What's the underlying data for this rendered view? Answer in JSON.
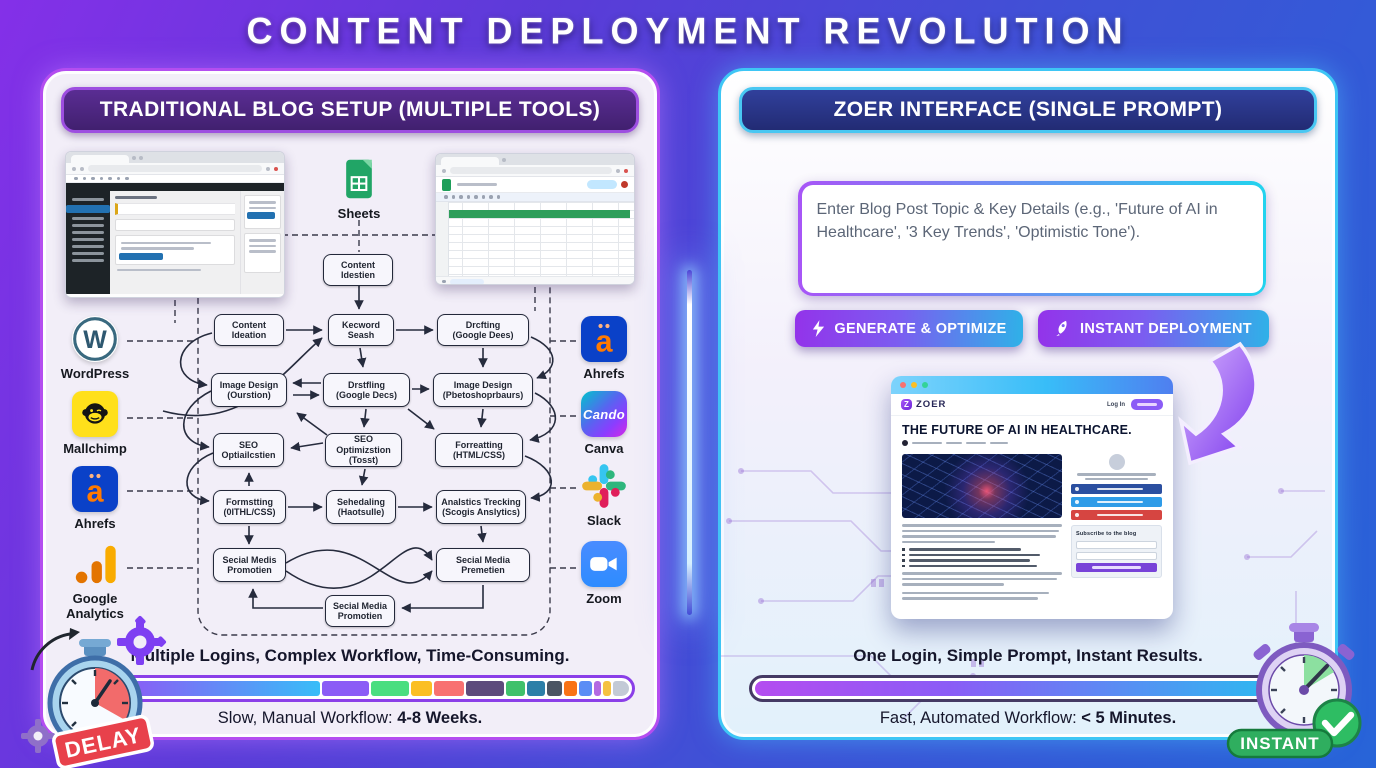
{
  "title": "CONTENT DEPLOYMENT REVOLUTION",
  "left_panel": {
    "header": "TRADITIONAL BLOG SETUP (MULTIPLE TOOLS)",
    "sheets_label": "Sheets",
    "top_node": "Content\nIdestien",
    "tools_left": [
      {
        "name": "WordPress"
      },
      {
        "name": "Mallchimp"
      },
      {
        "name": "Ahrefs"
      },
      {
        "name": "Google Analytics"
      }
    ],
    "tools_right": [
      {
        "name": "Ahrefs"
      },
      {
        "name": "Canva",
        "logo_text": "Cando"
      },
      {
        "name": "Slack"
      },
      {
        "name": "Zoom"
      }
    ],
    "flow_nodes": [
      "Content\nIdeation",
      "Kecword\nSeash",
      "Drcfting\n(Google Dees)",
      "Image Design\n(Ourstion)",
      "Drstfling\n(Google Decs)",
      "Image Design\n(Pbetoshoprbaurs)",
      "SEO\nOptiailcstien",
      "SEO Optimizstion\n(Tosst)",
      "Forreatting\n(HTML/CSS)",
      "Formstting\n(0ITHL/CSS)",
      "Sehedaling\n(Haotsulle)",
      "Analstics Trecking\n(Scogis Anslytics)",
      "Secial Medis\nPromotien",
      "Secial Media\nPremetien",
      "Secial Media\nPromotien"
    ],
    "summary": "Multiple Logins, Complex Workflow, Time-Consuming.",
    "timeline_label": "Slow, Manual Workflow:",
    "timeline_value": "4-8 Weeks.",
    "delay_badge": "DELAY",
    "bar_segments": [
      {
        "color": "linear-gradient(90deg,#8b5cf6,#38bdf8)",
        "w": 178
      },
      {
        "color": "#8b5cf6",
        "w": 43
      },
      {
        "color": "#4ade80",
        "w": 35
      },
      {
        "color": "#fbbf24",
        "w": 20
      },
      {
        "color": "#f87171",
        "w": 27
      },
      {
        "color": "#5d4b7c",
        "w": 35
      },
      {
        "color": "#3fc16b",
        "w": 18
      },
      {
        "color": "#2c7fa8",
        "w": 17
      },
      {
        "color": "#4b5563",
        "w": 13
      },
      {
        "color": "#f97316",
        "w": 12
      },
      {
        "color": "#5b8df5",
        "w": 12
      },
      {
        "color": "#b36ae2",
        "w": 7
      },
      {
        "color": "#f5c242",
        "w": 7
      },
      {
        "color": "#c3cad6",
        "w": 15
      }
    ]
  },
  "right_panel": {
    "header": "ZOER INTERFACE (SINGLE PROMPT)",
    "prompt_text": "Enter Blog Post Topic & Key Details (e.g., 'Future of AI in Healthcare', '3 Key Trends', 'Optimistic Tone').",
    "generate_button": "GENERATE & OPTIMIZE",
    "deploy_button": "INSTANT DEPLOYMENT",
    "mockup": {
      "brand": "ZOER",
      "login_label": "Log In",
      "headline": "THE FUTURE OF AI IN HEALTHCARE.",
      "subscribe_heading": "Subscribe to the blog"
    },
    "summary": "One Login, Simple Prompt, Instant Results.",
    "timeline_label": "Fast, Automated Workflow:",
    "timeline_value": "< 5 Minutes.",
    "instant_badge": "INSTANT",
    "bar_segments": [
      {
        "color": "linear-gradient(90deg,#b44df0,#8b5cf6 35%,#22c3f0)",
        "w": 1
      }
    ],
    "accent_purple": "#8b5cf6",
    "accent_cyan": "#38bdf8"
  }
}
